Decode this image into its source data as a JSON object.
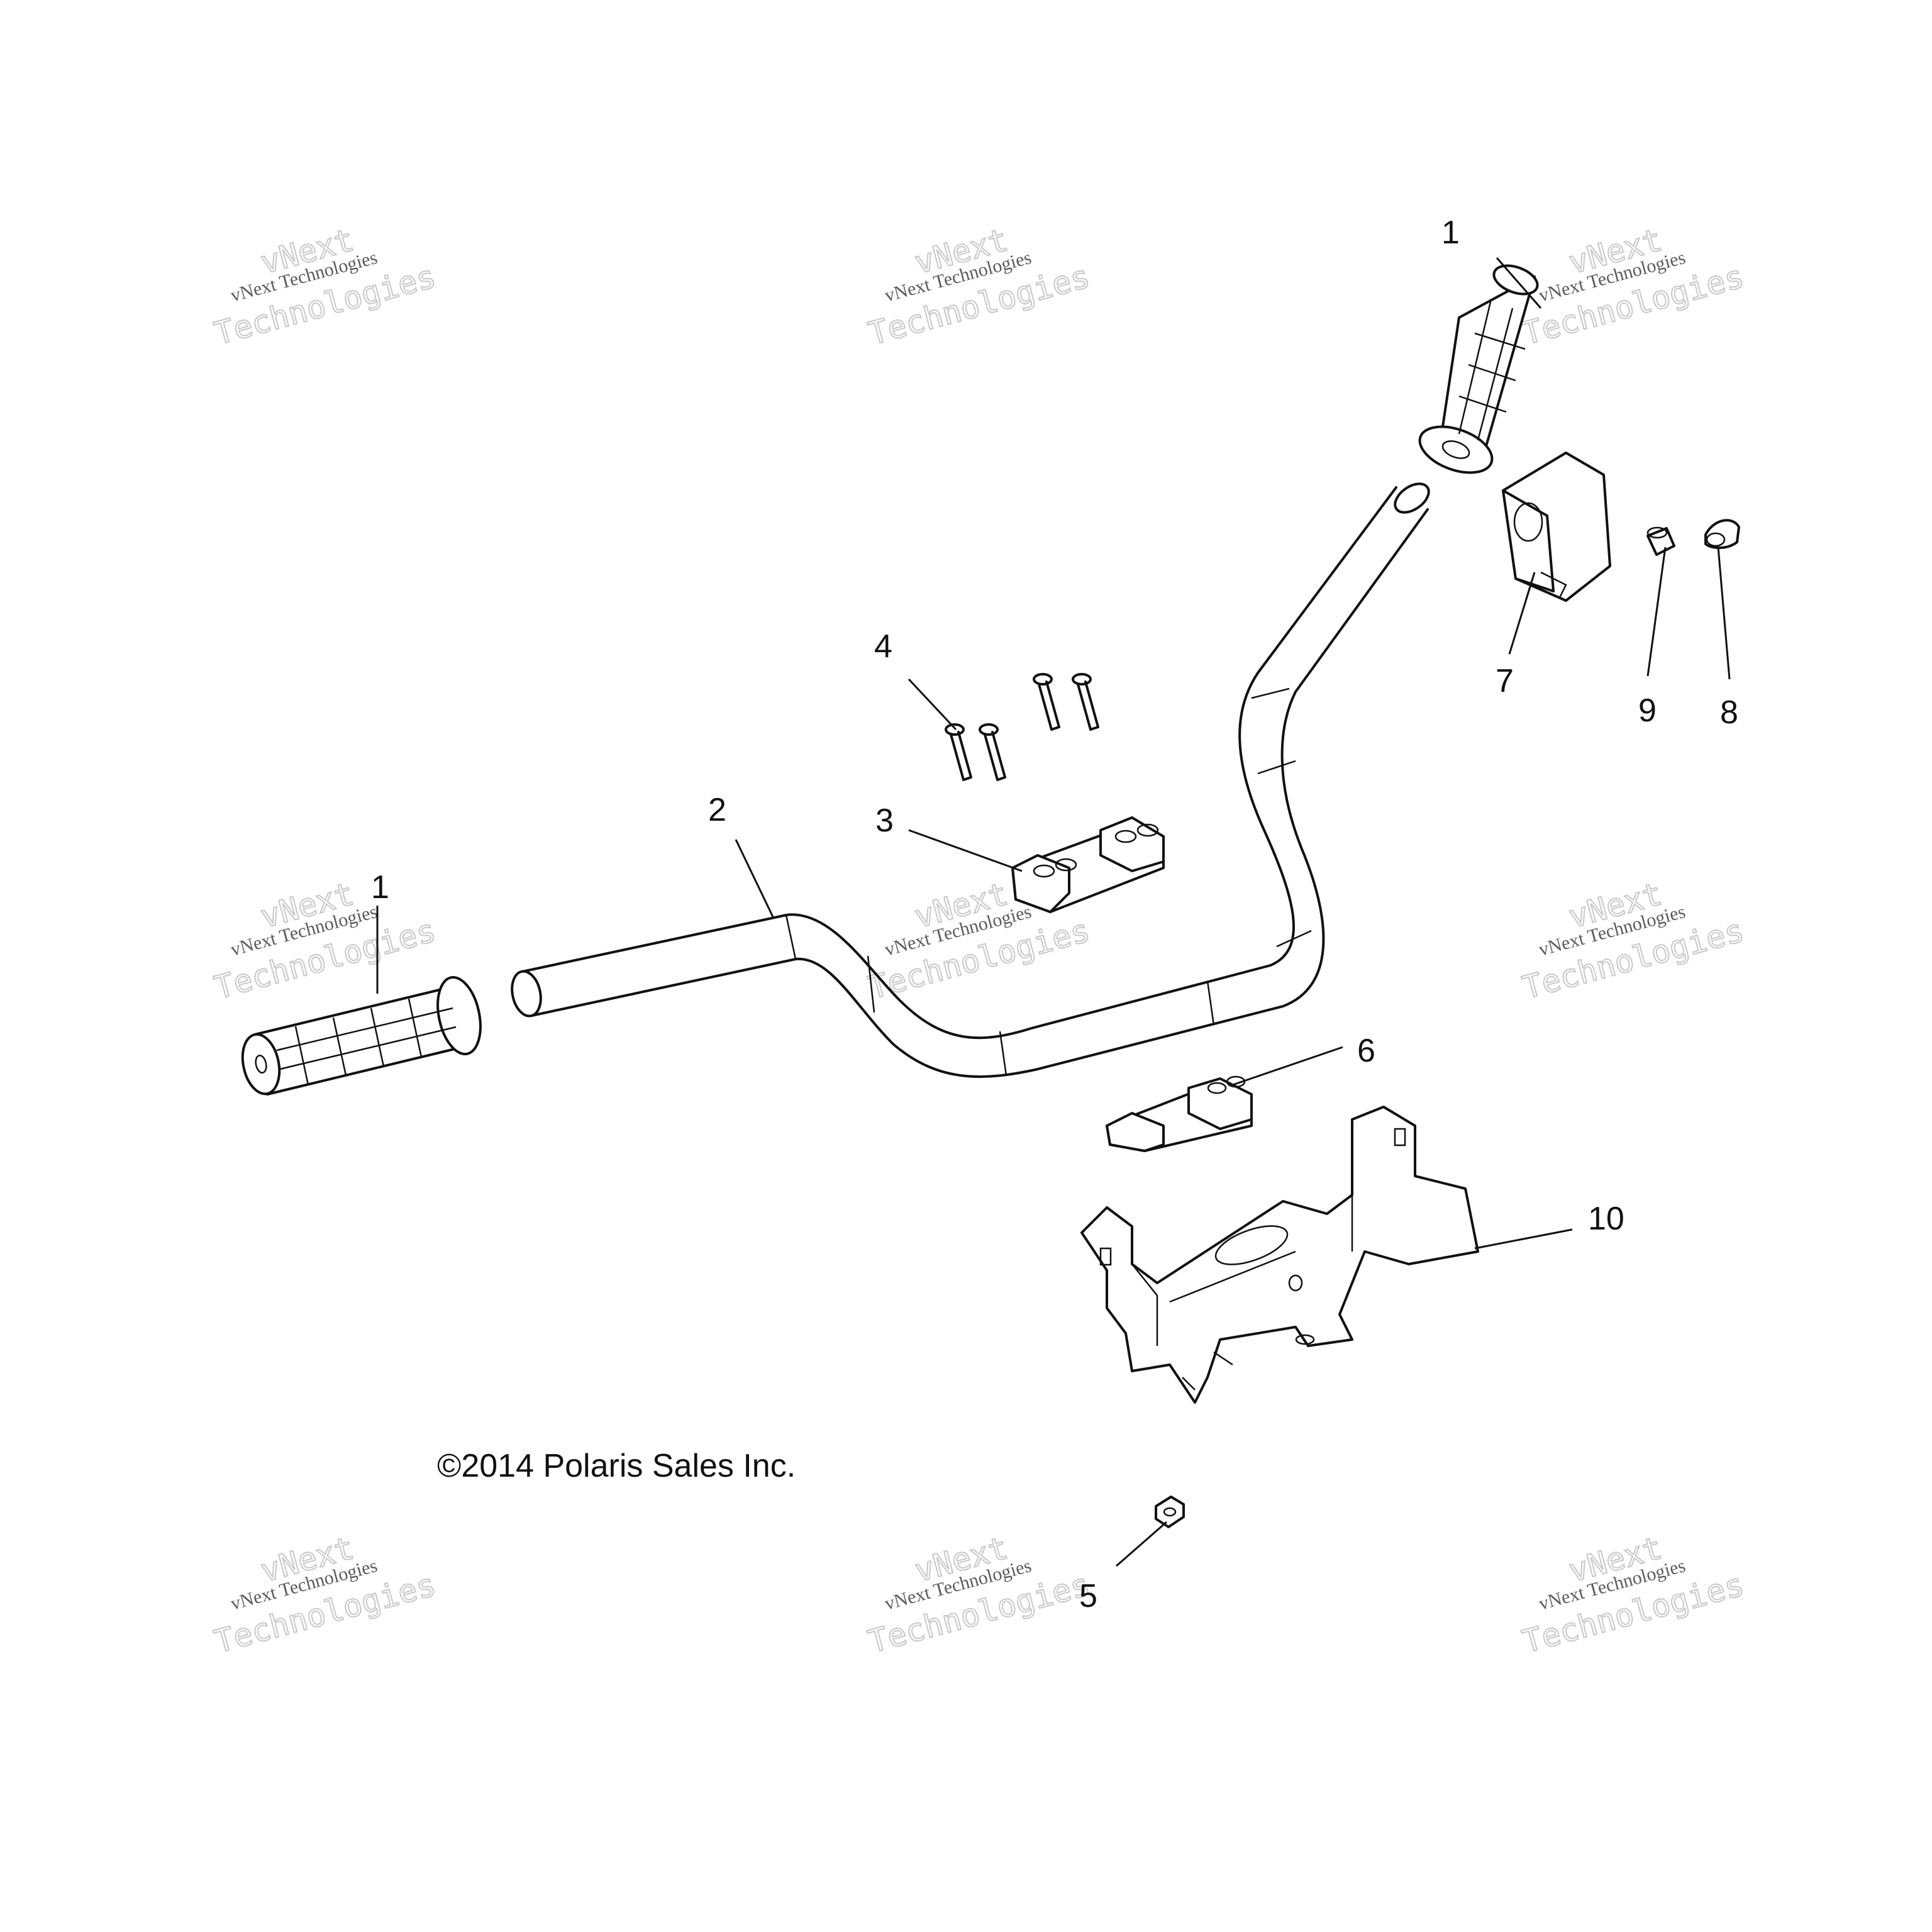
{
  "copyright": "©2014 Polaris Sales Inc.",
  "watermark": {
    "small": "vNext Technologies",
    "big_top": "vNext",
    "big_bottom": "Technologies"
  },
  "callouts": {
    "grip_right": "1",
    "grip_left": "1",
    "handlebar": "2",
    "clamp_upper": "3",
    "bolts": "4",
    "nut": "5",
    "clamp_lower": "6",
    "pad": "7",
    "plug": "8",
    "insert": "9",
    "bracket": "10"
  }
}
